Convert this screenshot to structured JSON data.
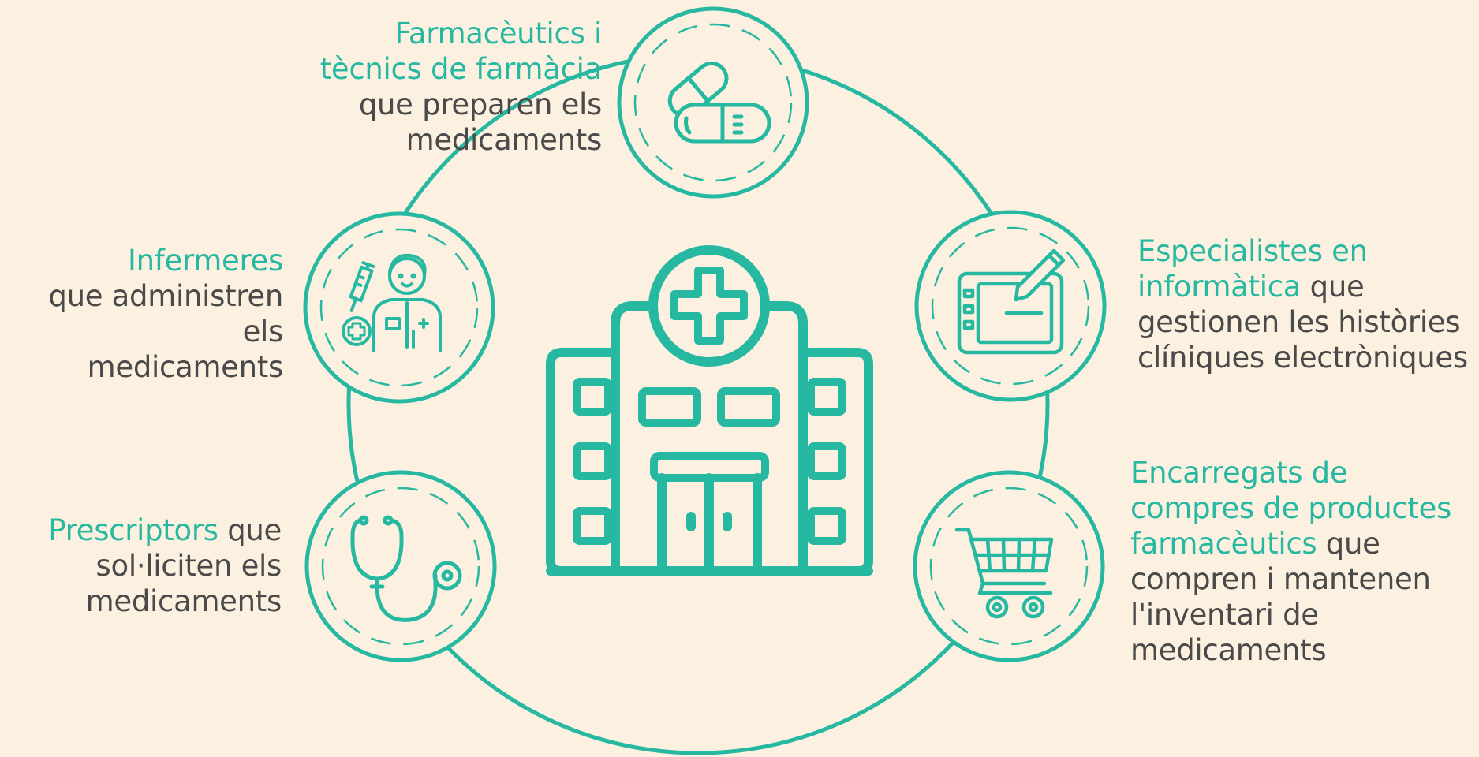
{
  "theme": {
    "background": "#fcf0e0",
    "accent": "#26b8a1",
    "text": "#4a4a4a"
  },
  "center": {
    "icon": "hospital-icon"
  },
  "roles": [
    {
      "id": "pharmacists",
      "icon": "pills-icon",
      "highlight_lines": [
        "Farmacèutics i",
        "tècnics de farmàcia"
      ],
      "text_lines": [
        "que preparen els",
        "medicaments"
      ]
    },
    {
      "id": "nurses",
      "icon": "nurse-icon",
      "highlight_lines": [
        "Infermeres"
      ],
      "text_lines": [
        "que administren els",
        "medicaments"
      ]
    },
    {
      "id": "prescribers",
      "icon": "stethoscope-icon",
      "highlight_inline": "Prescriptors",
      "inline_rest": " que",
      "text_lines": [
        "sol·liciten els",
        "medicaments"
      ]
    },
    {
      "id": "it-specialists",
      "icon": "tablet-pen-icon",
      "highlight_lines": [
        "Especialistes en"
      ],
      "highlight_inline": "informàtica",
      "inline_rest": " que",
      "text_lines": [
        "gestionen les històries",
        "clíniques electròniques"
      ]
    },
    {
      "id": "purchasing",
      "icon": "shopping-cart-icon",
      "highlight_lines": [
        "Encarregats de",
        "compres de productes"
      ],
      "highlight_inline": "farmacèutics",
      "inline_rest": " que",
      "text_lines": [
        "compren i mantenen",
        "l'inventari de",
        "medicaments"
      ]
    }
  ]
}
